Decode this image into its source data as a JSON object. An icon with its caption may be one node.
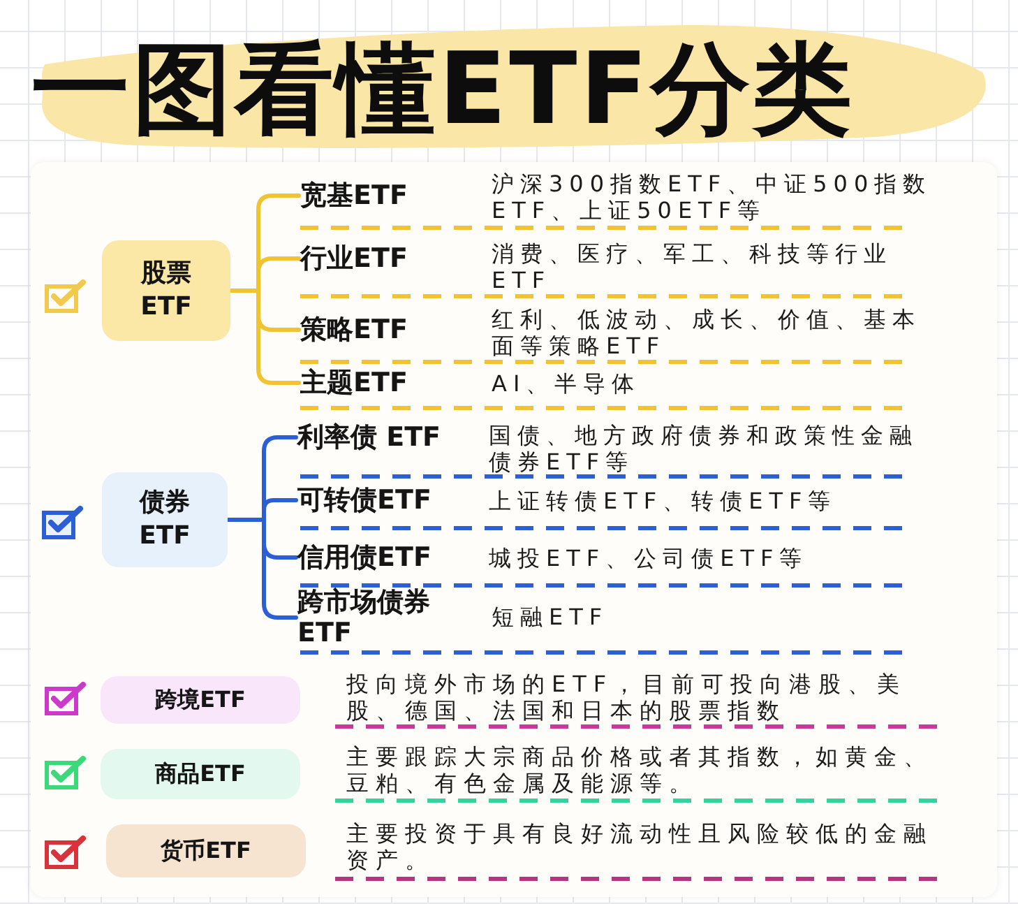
{
  "diagram": {
    "title": "一图看懂ETF分类",
    "nodes": [
      {
        "text": [
          "股票ETF"
        ]
      },
      {
        "text": [
          "宽基ETF"
        ],
        "beside": [
          "沪深300指数ETF、中证500指数ETF、上证50ETF等"
        ]
      },
      {
        "text": [
          "行业ETF"
        ],
        "beside": [
          "消费、医疗、军工、科技等行业ETF"
        ]
      },
      {
        "text": [
          "策略ETF"
        ],
        "beside": [
          "红利、低波动、成长、价值、基本面等策略ETF"
        ]
      },
      {
        "text": [
          "主题ETF"
        ],
        "beside": [
          "AI、半导体"
        ]
      },
      {
        "text": [
          "债券ETF"
        ]
      },
      {
        "text": [
          "利率债 ETF"
        ],
        "beside": [
          "国债、地方政府债券和政策性金融债券ETF等"
        ]
      },
      {
        "text": [
          "可转债ETF"
        ],
        "beside": [
          "上证转债ETF、转债ETF等"
        ]
      },
      {
        "text": [
          "信用债ETF"
        ],
        "beside": [
          "城投ETF、公司债ETF等"
        ]
      },
      {
        "text": [
          "跨市场债券ETF"
        ],
        "beside": [
          "短融ETF"
        ]
      },
      {
        "text": [
          "跨境ETF"
        ],
        "beside": [
          "投向境外市场的ETF，目前可投向港股、美股、德国、法国和日本的股票指数"
        ]
      },
      {
        "text": [
          "商品ETF"
        ],
        "beside": [
          "主要跟踪大宗商品价格或者其指数，如黄金、豆粕、有色金属及能源等。"
        ]
      },
      {
        "text": [
          "货币ETF"
        ],
        "beside": [
          "主要投资于具有良好流动性且风险较低的金融资产。"
        ]
      }
    ],
    "edges": [
      {
        "from": 0,
        "to": 1,
        "arrow": "none",
        "color": "#f0c330"
      },
      {
        "from": 0,
        "to": 2,
        "arrow": "none",
        "color": "#f0c330"
      },
      {
        "from": 0,
        "to": 3,
        "arrow": "none",
        "color": "#f0c330"
      },
      {
        "from": 0,
        "to": 4,
        "arrow": "none",
        "color": "#f0c330"
      },
      {
        "from": 5,
        "to": 6,
        "arrow": "none",
        "color": "#2c5fd4"
      },
      {
        "from": 5,
        "to": 7,
        "arrow": "none",
        "color": "#2c5fd4"
      },
      {
        "from": 5,
        "to": 8,
        "arrow": "none",
        "color": "#2c5fd4"
      },
      {
        "from": 5,
        "to": 9,
        "arrow": "none",
        "color": "#2c5fd4"
      }
    ]
  }
}
